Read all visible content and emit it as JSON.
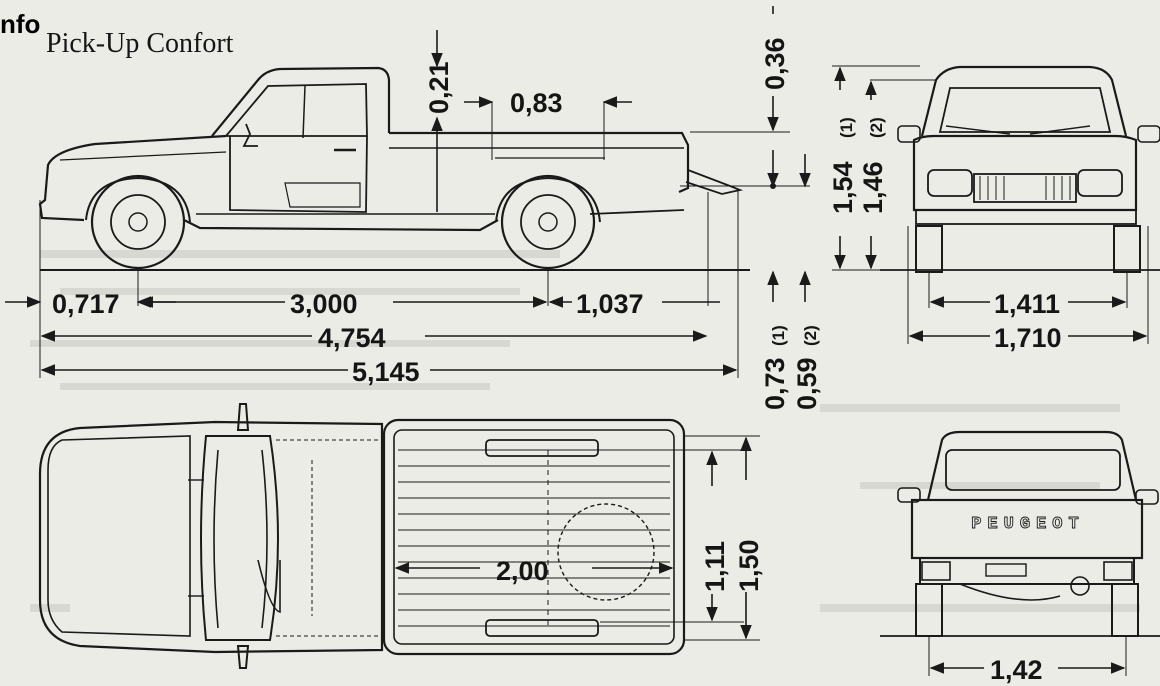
{
  "watermark": "nfo",
  "title": "Pick-Up Confort",
  "side_view": {
    "dims": {
      "roof_gap": "0,21",
      "cab_to_bed": "0,83",
      "top_offset": "0,36",
      "height_1": "1,54",
      "height_1_note": "(1)",
      "height_2": "1,46",
      "height_2_note": "(2)",
      "front_overhang": "0,717",
      "wheelbase": "3,000",
      "rear_overhang": "1,037",
      "length": "4,754",
      "length_total": "5,145",
      "bed_height_1": "0,73",
      "bed_height_1_note": "(1)",
      "bed_height_2": "0,59",
      "bed_height_2_note": "(2)"
    }
  },
  "front_view": {
    "dims": {
      "track_front": "1,411",
      "width": "1,710"
    }
  },
  "top_view": {
    "dims": {
      "bed_length": "2,00",
      "bed_inner_width": "1,11",
      "bed_width": "1,50"
    }
  },
  "rear_view": {
    "badge": "PEUGEOT",
    "dims": {
      "track_rear": "1,42"
    }
  }
}
